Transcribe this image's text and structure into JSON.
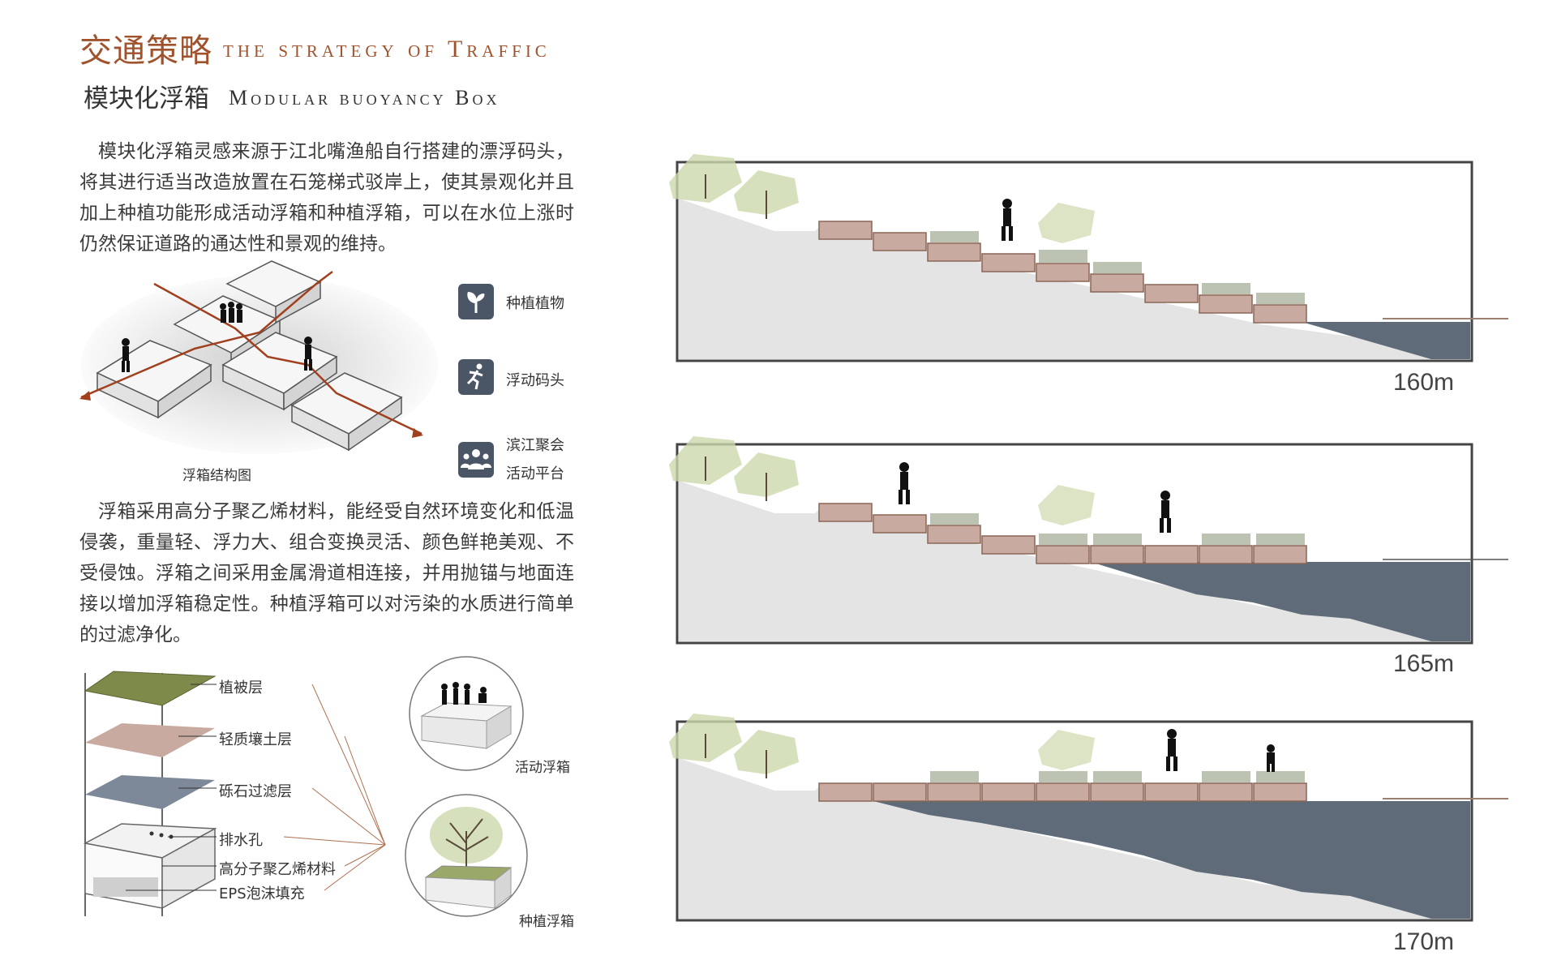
{
  "header": {
    "title_cn": "交通策略",
    "title_en": "the strategy of Traffic",
    "subtitle_cn": "模块化浮箱",
    "subtitle_en": "Modular buoyancy Box"
  },
  "paragraphs": {
    "intro": "模块化浮箱灵感来源于江北嘴渔船自行搭建的漂浮码头，将其进行适当改造放置在石笼梯式驳岸上，使其景观化并且加上种植功能形成活动浮箱和种植浮箱，可以在水位上涨时仍然保证道路的通达性和景观的维持。",
    "material": "浮箱采用高分子聚乙烯材料，能经受自然环境变化和低温侵袭，重量轻、浮力大、组合变换灵活、颜色鲜艳美观、不受侵蚀。浮箱之间采用金属滑道相连接，并用抛锚与地面连接以增加浮箱稳定性。种植浮箱可以对污染的水质进行简单的过滤净化。"
  },
  "structure_diagram": {
    "caption": "浮箱结构图"
  },
  "legend": {
    "items": [
      {
        "icon": "sprout-icon",
        "label_lines": [
          "种植植物"
        ]
      },
      {
        "icon": "running-person-icon",
        "label_lines": [
          "浮动码头"
        ]
      },
      {
        "icon": "people-group-icon",
        "label_lines": [
          "滨江聚会",
          "活动平台"
        ]
      }
    ]
  },
  "layers": {
    "labels": [
      "植被层",
      "轻质壤土层",
      "砾石过滤层",
      "排水孔",
      "高分子聚乙烯材料",
      "EPS泡沫填充"
    ]
  },
  "box_types": {
    "activity": "活动浮箱",
    "planting": "种植浮箱"
  },
  "sections": [
    {
      "level": "160m"
    },
    {
      "level": "165m"
    },
    {
      "level": "170m"
    }
  ],
  "colors": {
    "accent": "#a0522d",
    "box_fill": "#c9aaa0",
    "water": "#5f6b78",
    "ground": "#e4e4e4",
    "tree": "#cdd8ad",
    "icon_bg": "#4a5566"
  }
}
